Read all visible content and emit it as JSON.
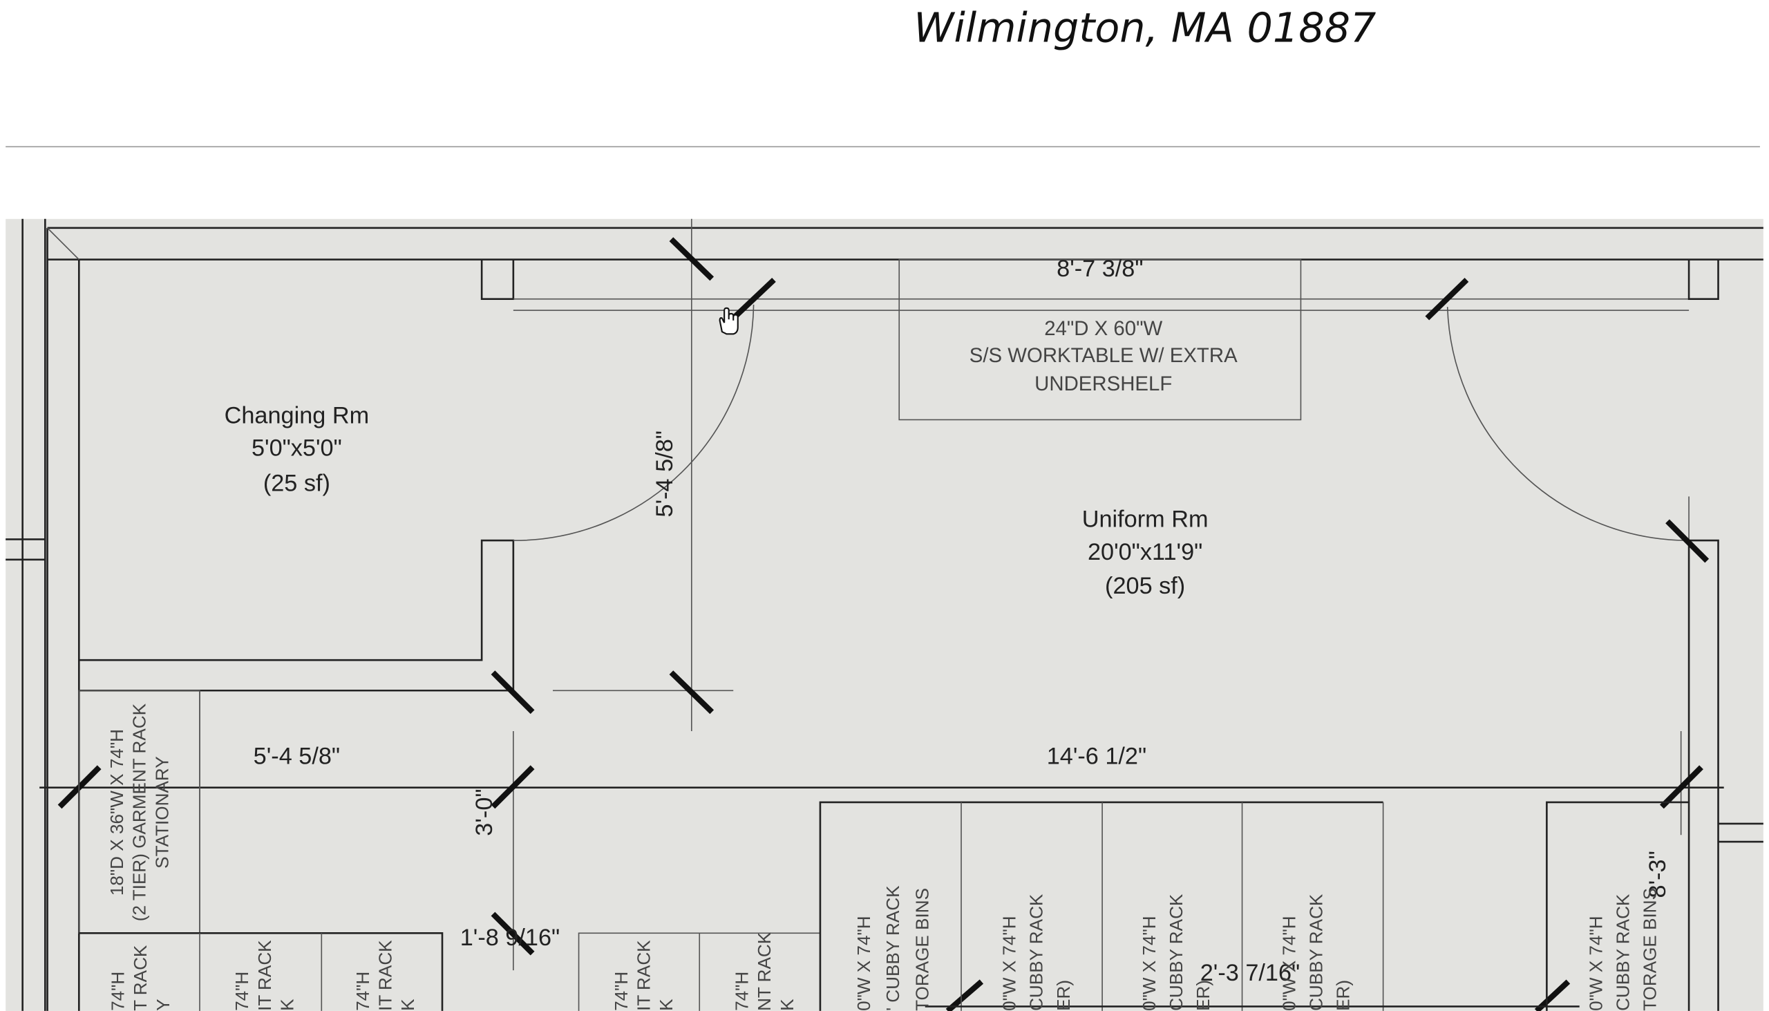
{
  "header": {
    "address": "Wilmington, MA 01887"
  },
  "rooms": [
    {
      "name": "Changing Rm",
      "dimensions": "5'0\"x5'0\"",
      "area": "(25 sf)"
    },
    {
      "name": "Uniform Rm",
      "dimensions": "20'0\"x11'9\"",
      "area": "(205 sf)"
    }
  ],
  "worktable": {
    "lines": [
      "24\"D X 60\"W",
      "S/S WORKTABLE W/ EXTRA",
      "UNDERSHELF"
    ]
  },
  "dimensions": {
    "top": "8'-7 3/8\"",
    "door_vertical": "5'-4 5/8\"",
    "left_horizontal": "5'-4 5/8\"",
    "main_horizontal": "14'-6 1/2\"",
    "aisle_vertical": "3'-0\"",
    "lower_left": "1'-8 9/16\"",
    "lower_right": "2'-3 7/16\"",
    "right_vertical": "8'-3\""
  },
  "garment_rack_stationary": {
    "lines": [
      "18\"D X 36\"W X 74\"H",
      "(2 TIER) GARMENT RACK",
      "STATIONARY"
    ]
  },
  "lower_garment_racks": [
    {
      "lines": [
        "74\"H",
        "T RACK",
        "Y"
      ]
    },
    {
      "lines": [
        "74\"H",
        "IT RACK",
        "K"
      ]
    },
    {
      "lines": [
        "74\"H",
        "IT RACK",
        "K"
      ]
    },
    {
      "lines": [
        "74\"H",
        "IT RACK",
        "K"
      ]
    },
    {
      "lines": [
        "74\"H",
        "NT RACK",
        "K"
      ]
    }
  ],
  "cubby_racks": [
    {
      "lines": [
        "0\"W X 74\"H",
        "' CUBBY RACK",
        "TORAGE BINS"
      ]
    },
    {
      "lines": [
        "0\"W X 74\"H",
        "CUBBY RACK",
        "ER)"
      ]
    },
    {
      "lines": [
        "0\"W X 74\"H",
        "CUBBY RACK",
        "ER)"
      ]
    },
    {
      "lines": [
        "0\"W X 74\"H",
        "CUBBY RACK",
        "ER)"
      ]
    },
    {
      "lines": [
        "0\"W X 74\"H",
        "CUBBY RACK",
        "TORAGE BINS"
      ]
    }
  ],
  "colors": {
    "plan_background": "#e3e3e0",
    "line": "#222222"
  }
}
